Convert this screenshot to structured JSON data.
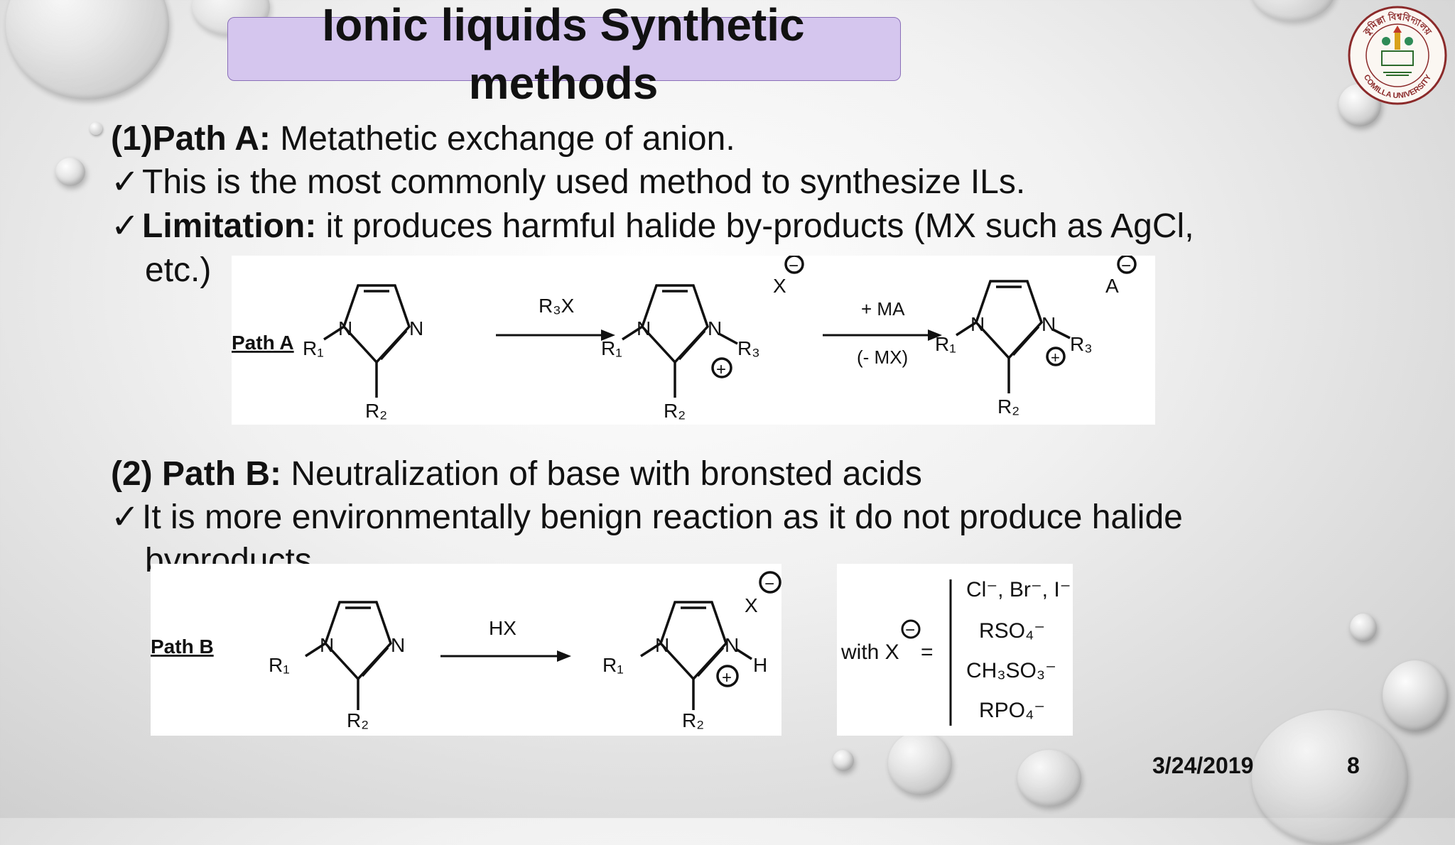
{
  "slide": {
    "title_line1": "Ionic liquids Synthetic",
    "title_line2": "methods",
    "path_a": {
      "heading_bold": "(1)Path A:",
      "heading_rest": " Metathetic exchange of anion.",
      "bullets": [
        {
          "check": "✓",
          "bold": "",
          "text": "This is the most commonly used method to synthesize ILs."
        },
        {
          "check": "✓",
          "bold": "Limitation:",
          "text": " it produces harmful halide by-products (MX such as AgCl,"
        }
      ],
      "continuation": "etc.)"
    },
    "scheme_a": {
      "label": "Path A",
      "reagent1": "R₃X",
      "reagent2_top": "+ MA",
      "reagent2_bottom": "(- MX)",
      "anion1": "X",
      "anion2": "A",
      "r1": "R₁",
      "r2": "R₂",
      "r3": "R₃",
      "n": "N",
      "minus": "−",
      "plus": "+"
    },
    "path_b": {
      "heading_bold": "(2) Path B:",
      "heading_rest": " Neutralization of base with bronsted acids",
      "bullet": {
        "check": "✓",
        "text": "It is more environmentally benign reaction as it do not produce halide"
      },
      "continuation": "byproducts"
    },
    "scheme_b": {
      "label": "Path B",
      "reagent": "HX",
      "anion": "X",
      "h": "H",
      "r1": "R₁",
      "r2": "R₂",
      "n": "N",
      "minus": "−",
      "plus": "+"
    },
    "anion_list": {
      "with": "with X",
      "equals": "=",
      "minus": "−",
      "items": [
        "Cl⁻, Br⁻, I⁻",
        "RSO₄⁻",
        "CH₃SO₃⁻",
        "RPO₄⁻"
      ]
    },
    "logo": {
      "top_text": "কুমিল্লা বিশ্ববিদ্যালয়",
      "bottom_text": "COMILLA UNIVERSITY"
    },
    "footer": {
      "date": "3/24/2019",
      "page": "8"
    }
  }
}
